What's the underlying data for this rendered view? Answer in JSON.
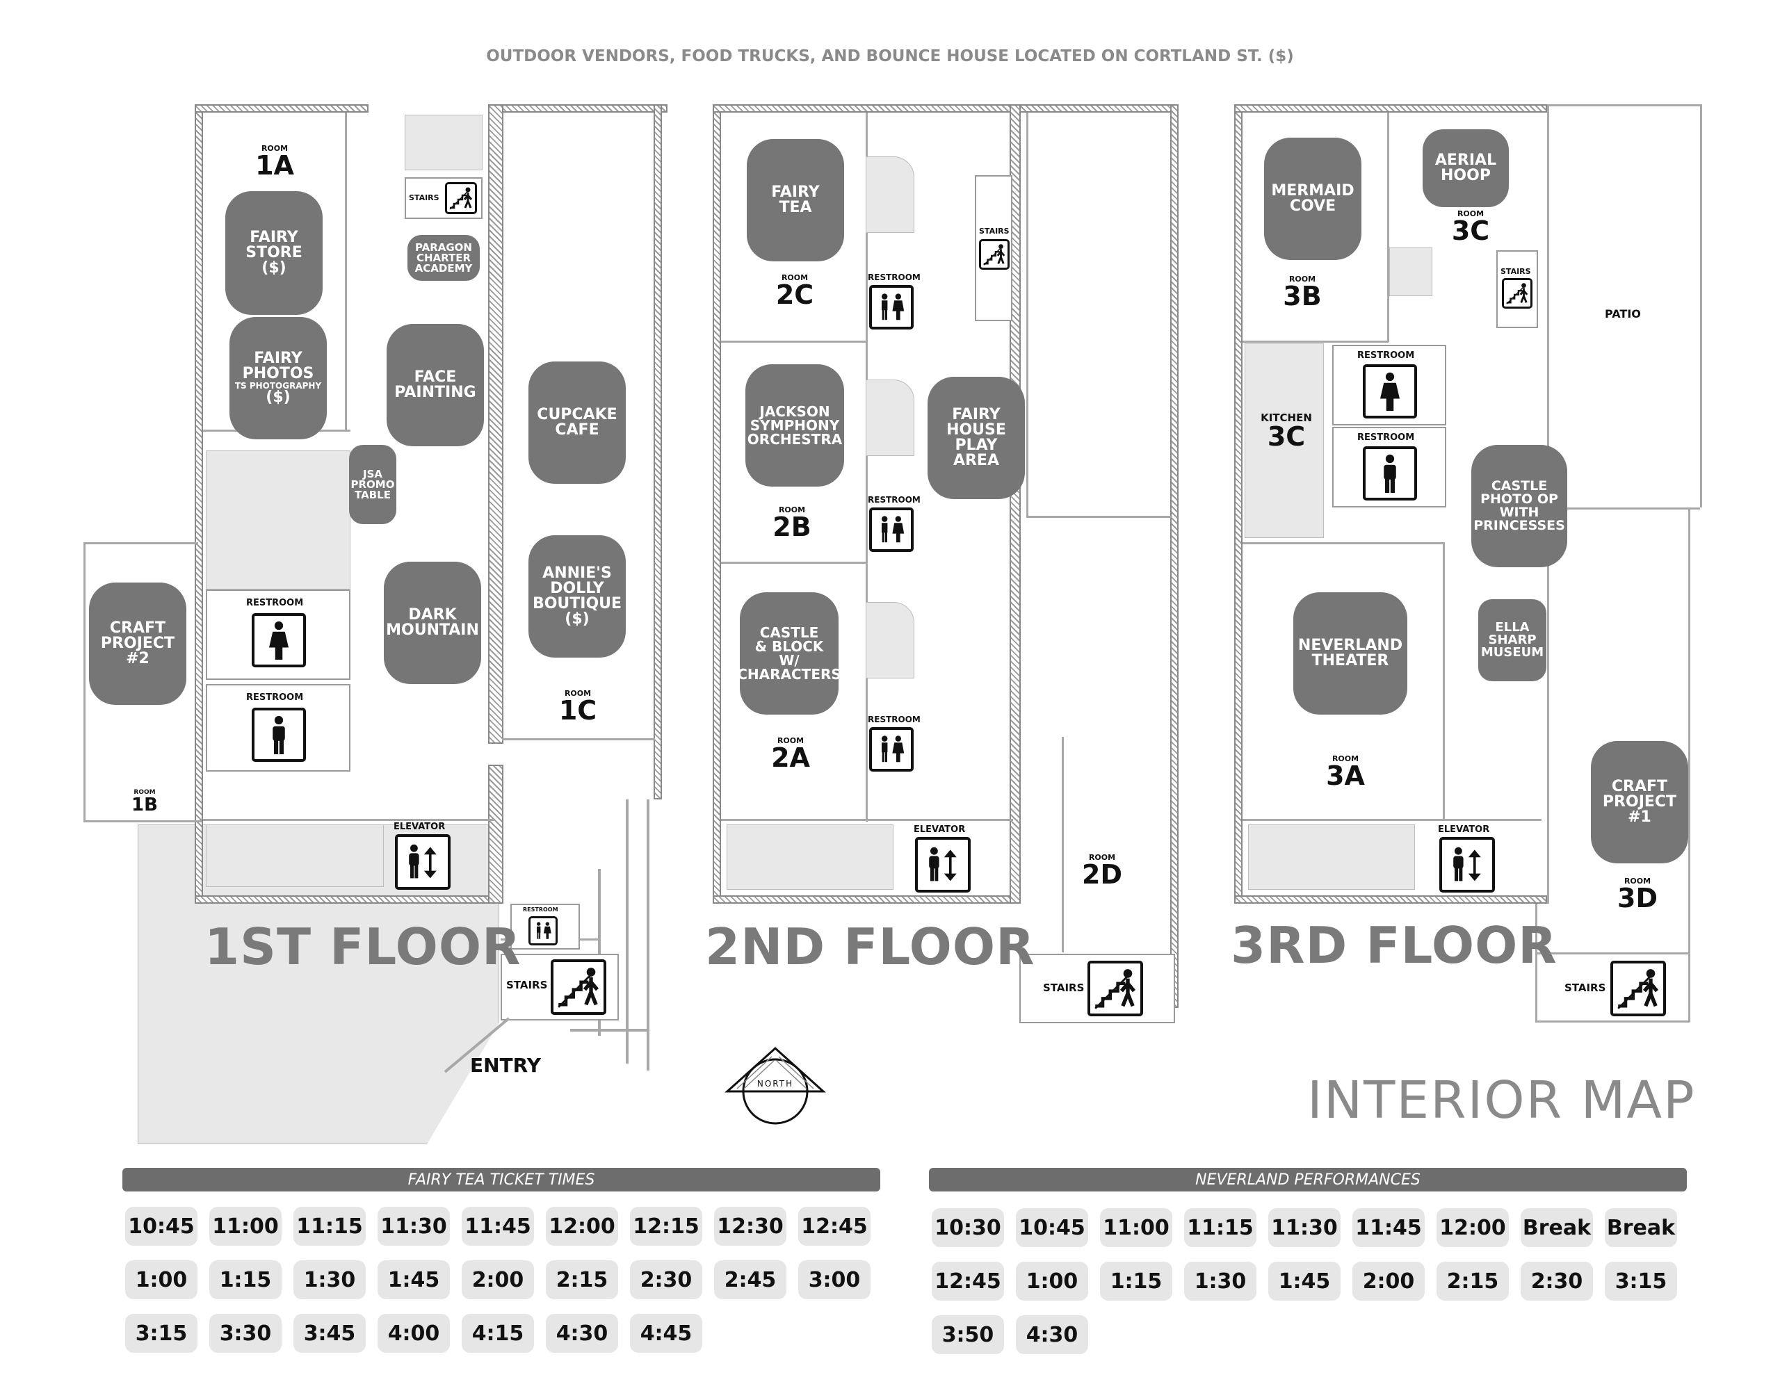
{
  "header_note": "OUTDOOR VENDORS, FOOD TRUCKS, AND BOUNCE HOUSE LOCATED ON CORTLAND ST. ($)",
  "map_title": "INTERIOR MAP",
  "north_label": "NORTH",
  "entry_label": "ENTRY",
  "floors": {
    "first": {
      "title": "1ST FLOOR",
      "rooms": [
        {
          "label": "ROOM",
          "number": "1A"
        },
        {
          "label": "ROOM",
          "number": "1B"
        },
        {
          "label": "ROOM",
          "number": "1C"
        }
      ],
      "activities": [
        "FAIRY\nSTORE\n($)",
        "FAIRY\nPHOTOS",
        "TS PHOTOGRAPHY",
        "($)",
        "PARAGON\nCHARTER\nACADEMY",
        "FACE\nPAINTING",
        "JSA\nPROMO\nTABLE",
        "CUPCAKE\nCAFE",
        "ANNIE'S\nDOLLY\nBOUTIQUE\n($)",
        "DARK\nMOUNTAIN",
        "CRAFT\nPROJECT\n#2"
      ],
      "labels": {
        "stairs_top": "STAIRS",
        "stairs_bottom": "STAIRS",
        "restroom_women": "RESTROOM",
        "restroom_men": "RESTROOM",
        "restroom_small": "RESTROOM",
        "elevator": "ELEVATOR"
      }
    },
    "second": {
      "title": "2ND FLOOR",
      "rooms": [
        {
          "label": "ROOM",
          "number": "2C"
        },
        {
          "label": "ROOM",
          "number": "2B"
        },
        {
          "label": "ROOM",
          "number": "2A"
        },
        {
          "label": "ROOM",
          "number": "2D"
        }
      ],
      "activities": [
        "FAIRY\nTEA",
        "JACKSON\nSYMPHONY\nORCHESTRA",
        "FAIRY\nHOUSE\nPLAY\nAREA",
        "CASTLE\n& BLOCK\nW/\nCHARACTERS"
      ],
      "labels": {
        "stairs_top": "STAIRS",
        "stairs_bottom": "STAIRS",
        "restroom_1": "RESTROOM",
        "restroom_2": "RESTROOM",
        "restroom_3": "RESTROOM",
        "elevator": "ELEVATOR"
      }
    },
    "third": {
      "title": "3RD FLOOR",
      "rooms": [
        {
          "label": "ROOM",
          "number": "3B"
        },
        {
          "label": "ROOM",
          "number": "3C"
        },
        {
          "label": "KITCHEN",
          "number": "3C"
        },
        {
          "label": "ROOM",
          "number": "3A"
        },
        {
          "label": "ROOM",
          "number": "3D"
        }
      ],
      "activities": [
        "MERMAID\nCOVE",
        "AERIAL\nHOOP",
        "CASTLE\nPHOTO OP\nWITH\nPRINCESSES",
        "ELLA\nSHARP\nMUSEUM",
        "NEVERLAND\nTHEATER",
        "CRAFT\nPROJECT\n#1"
      ],
      "labels": {
        "patio": "PATIO",
        "stairs_top": "STAIRS",
        "stairs_bottom": "STAIRS",
        "restroom_women": "RESTROOM",
        "restroom_men": "RESTROOM",
        "elevator": "ELEVATOR"
      }
    }
  },
  "fairy_tea": {
    "title": "FAIRY TEA TICKET TIMES",
    "times": [
      "10:45",
      "11:00",
      "11:15",
      "11:30",
      "11:45",
      "12:00",
      "12:15",
      "12:30",
      "12:45",
      "1:00",
      "1:15",
      "1:30",
      "1:45",
      "2:00",
      "2:15",
      "2:30",
      "2:45",
      "3:00",
      "3:15",
      "3:30",
      "3:45",
      "4:00",
      "4:15",
      "4:30",
      "4:45"
    ]
  },
  "neverland": {
    "title": "NEVERLAND PERFORMANCES",
    "times": [
      "10:30",
      "10:45",
      "11:00",
      "11:15",
      "11:30",
      "11:45",
      "12:00",
      "Break",
      "Break",
      "12:45",
      "1:00",
      "1:15",
      "1:30",
      "1:45",
      "2:00",
      "2:15",
      "2:30",
      "3:15",
      "3:50",
      "4:30"
    ]
  },
  "icons": {
    "stairs": "stairs-icon",
    "women": "women-restroom-icon",
    "men": "men-restroom-icon",
    "unisex": "unisex-restroom-icon",
    "elevator": "elevator-icon",
    "compass": "north-compass-icon"
  }
}
